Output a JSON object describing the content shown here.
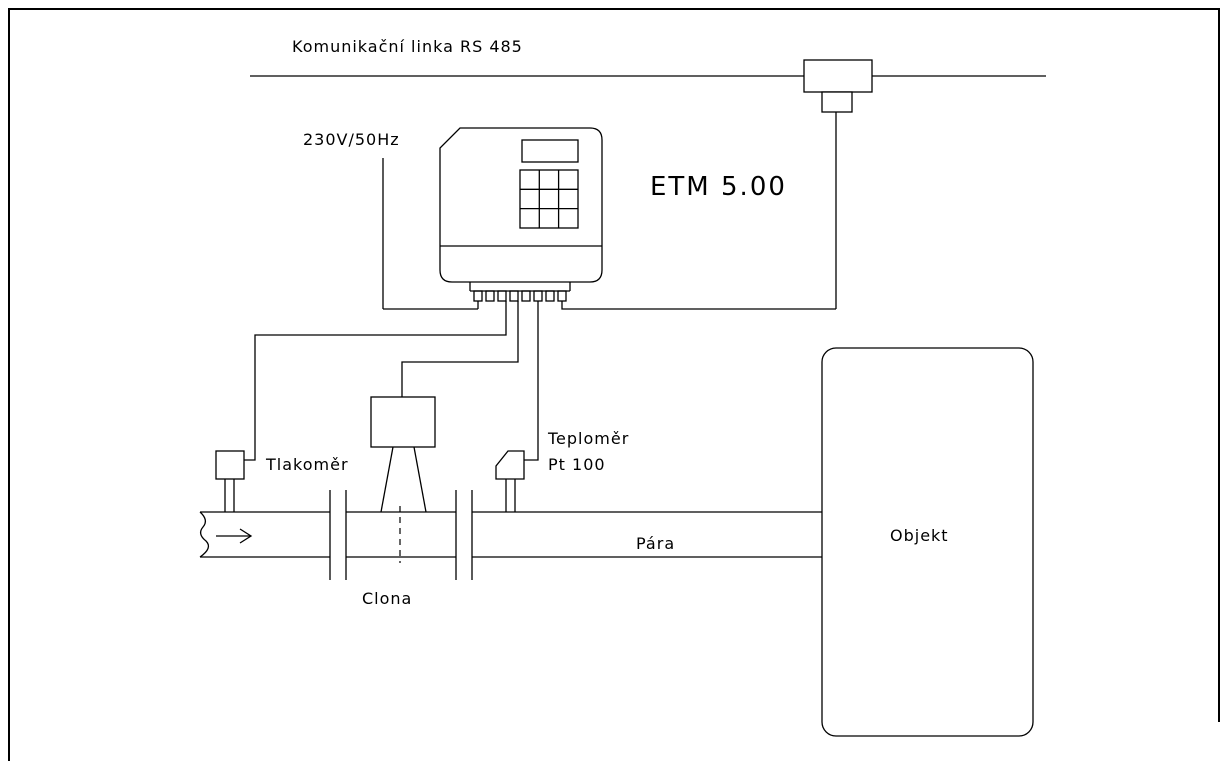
{
  "labels": {
    "bus": "Komunikační linka RS 485",
    "power": "230V/50Hz",
    "device": "ETM 5.00",
    "pressure_gauge": "Tlakoměr",
    "thermometer_line1": "Teploměr",
    "thermometer_line2": "Pt 100",
    "orifice": "Clona",
    "medium": "Pára",
    "object": "Objekt"
  },
  "colors": {
    "line": "#000000",
    "background": "#ffffff"
  }
}
